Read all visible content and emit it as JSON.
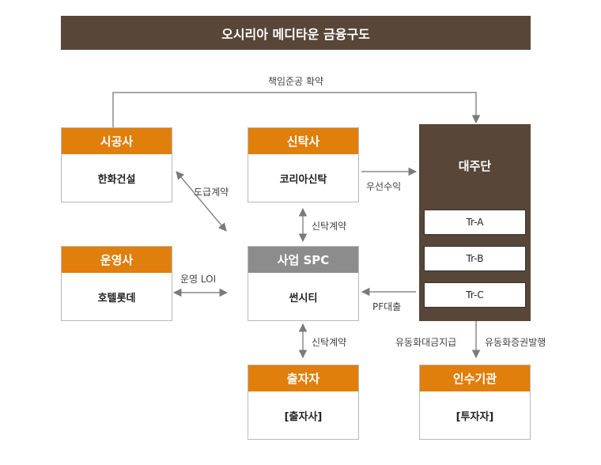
{
  "title": "오시리아 메디타운 금융구도",
  "contractor": {
    "role": "시공사",
    "name": "한화건설"
  },
  "trustee": {
    "role": "신탁사",
    "name": "코리아신탁"
  },
  "operator": {
    "role": "운영사",
    "name": "호텔롯데"
  },
  "spc": {
    "role": "사업 SPC",
    "name": "썬시티"
  },
  "investor": {
    "role": "출자자",
    "name": "[출자사]"
  },
  "underwriter": {
    "role": "인수기관",
    "name": "[투자자]"
  },
  "lender": {
    "title": "대주단",
    "tranches": [
      "Tr-A",
      "Tr-B",
      "Tr-C"
    ]
  },
  "relations": {
    "completion": "책임준공 확약",
    "subcontract": "도급계약",
    "priority_return": "우선수익",
    "trust_contract_top": "신탁계약",
    "operation_loi": "운영 LOI",
    "pf_loan": "PF대출",
    "trust_contract_bottom": "신탁계약",
    "liquidity_loan": "유동화대금지급",
    "securities_issue": "유동화증권발행"
  },
  "colors": {
    "header_orange": "#e07f0c",
    "dark_brown": "#584638",
    "spc_gray": "#8c8c8c"
  }
}
